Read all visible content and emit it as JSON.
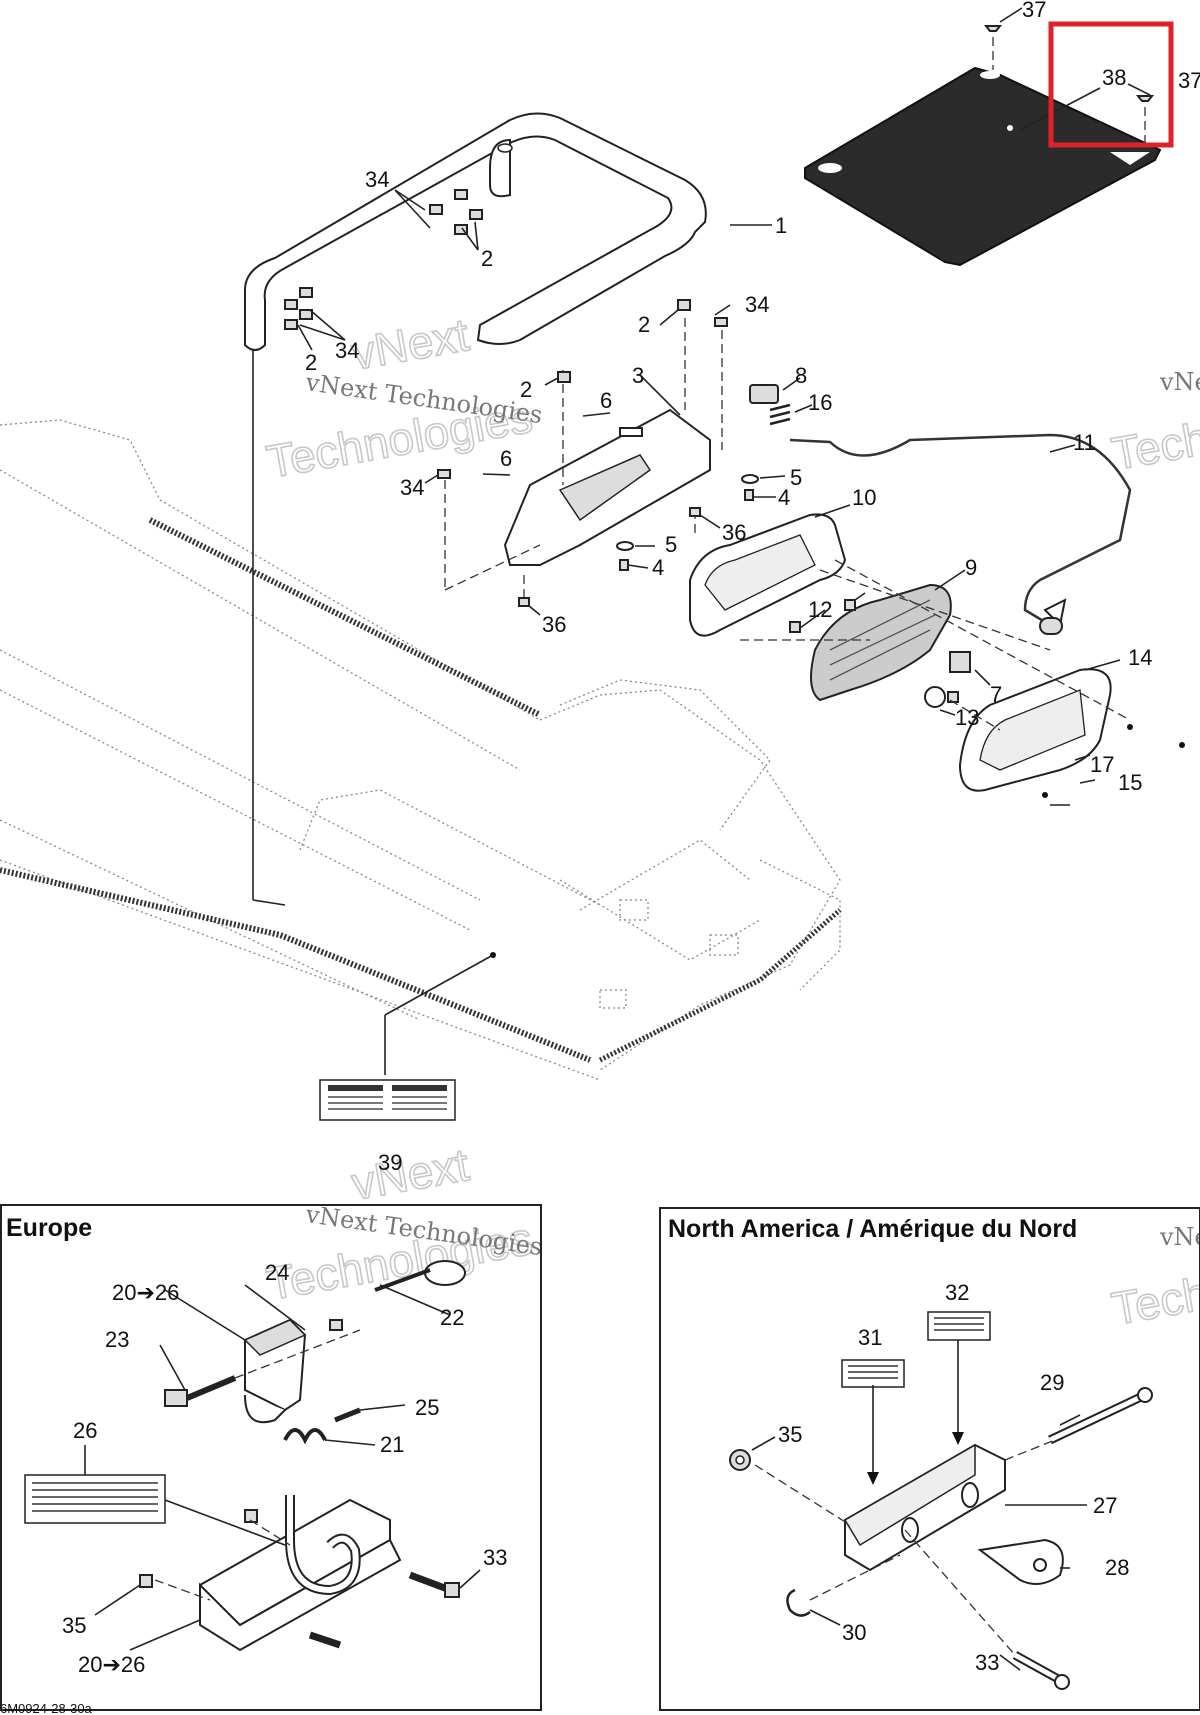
{
  "callouts": {
    "c1": "1",
    "c2a": "2",
    "c2b": "2",
    "c2c": "2",
    "c2d": "2",
    "c3": "3",
    "c4a": "4",
    "c4b": "4",
    "c5a": "5",
    "c5b": "5",
    "c6a": "6",
    "c6b": "6",
    "c7": "7",
    "c8": "8",
    "c9": "9",
    "c10": "10",
    "c11": "11",
    "c12": "12",
    "c13": "13",
    "c14": "14",
    "c15": "15",
    "c16": "16",
    "c17": "17",
    "c34a": "34",
    "c34b": "34",
    "c34c": "34",
    "c34d": "34",
    "c36a": "36",
    "c36b": "36",
    "c37a": "37",
    "c37b": "37",
    "c38": "38",
    "c39": "39"
  },
  "europe": {
    "title": "Europe",
    "c20a": "20➔26",
    "c20b": "20➔26",
    "c21": "21",
    "c22": "22",
    "c23": "23",
    "c24": "24",
    "c25": "25",
    "c26": "26",
    "c33": "33",
    "c35": "35"
  },
  "north_america": {
    "title": "North America / Amérique du Nord",
    "c27": "27",
    "c28": "28",
    "c29": "29",
    "c30": "30",
    "c31": "31",
    "c32": "32",
    "c33": "33",
    "c35": "35"
  },
  "watermark": {
    "line1": "vNext Technologies",
    "line2": "vNext",
    "line3": "Technologies"
  },
  "drawing_code": "6M0924-28-30a",
  "colors": {
    "highlight": "#e0202a"
  }
}
